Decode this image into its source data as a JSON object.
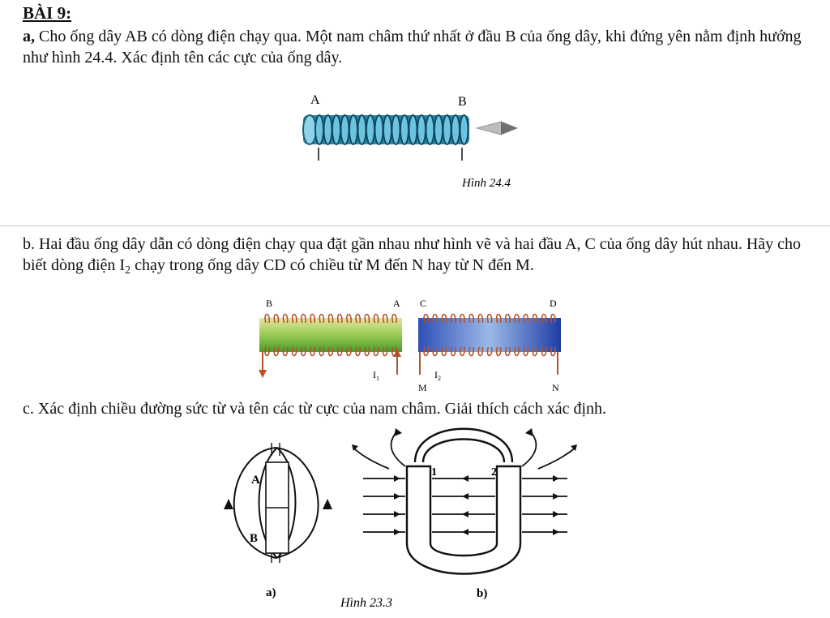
{
  "title": "BÀI 9:",
  "part_a": {
    "label": "a,",
    "text": " Cho ống dây AB có dòng điện chạy qua. Một nam châm thứ nhất ở đầu B của ống dây, khi đứng yên nằm định hướng như hình 24.4. Xác định tên các cực của ống dây.",
    "fig_labels": {
      "a": "A",
      "b": "B"
    },
    "caption": "Hình 24.4"
  },
  "part_b": {
    "text_before": "b. Hai đầu ống dây dẫn có dòng điện chạy qua đặt gần nhau như hình vẽ và hai đầu A, C của ống dây hút nhau. Hãy cho biết dòng điện I",
    "sub": "2",
    "text_after": " chạy trong ống dây CD có chiều từ M đến N hay từ N đến M.",
    "fig_labels": {
      "b": "B",
      "a": "A",
      "c": "C",
      "d": "D",
      "i1": "I",
      "i1_sub": "1",
      "i2": "I",
      "i2_sub": "2",
      "m": "M",
      "n": "N"
    }
  },
  "part_c": {
    "text": "c. Xác định chiều đường sức từ và tên các từ cực của nam châm. Giải thích cách xác định.",
    "fig_labels": {
      "a_pole": "A",
      "b_pole": "B",
      "one": "1",
      "two": "2",
      "sub_a": "a)",
      "sub_b": "b)"
    },
    "caption": "Hình 23.3"
  },
  "colors": {
    "coil_blue": "#3a9fbf",
    "coil_green": "#8cc63f",
    "coil_copper": "#b5532a",
    "magnet_gray": "#888888"
  }
}
